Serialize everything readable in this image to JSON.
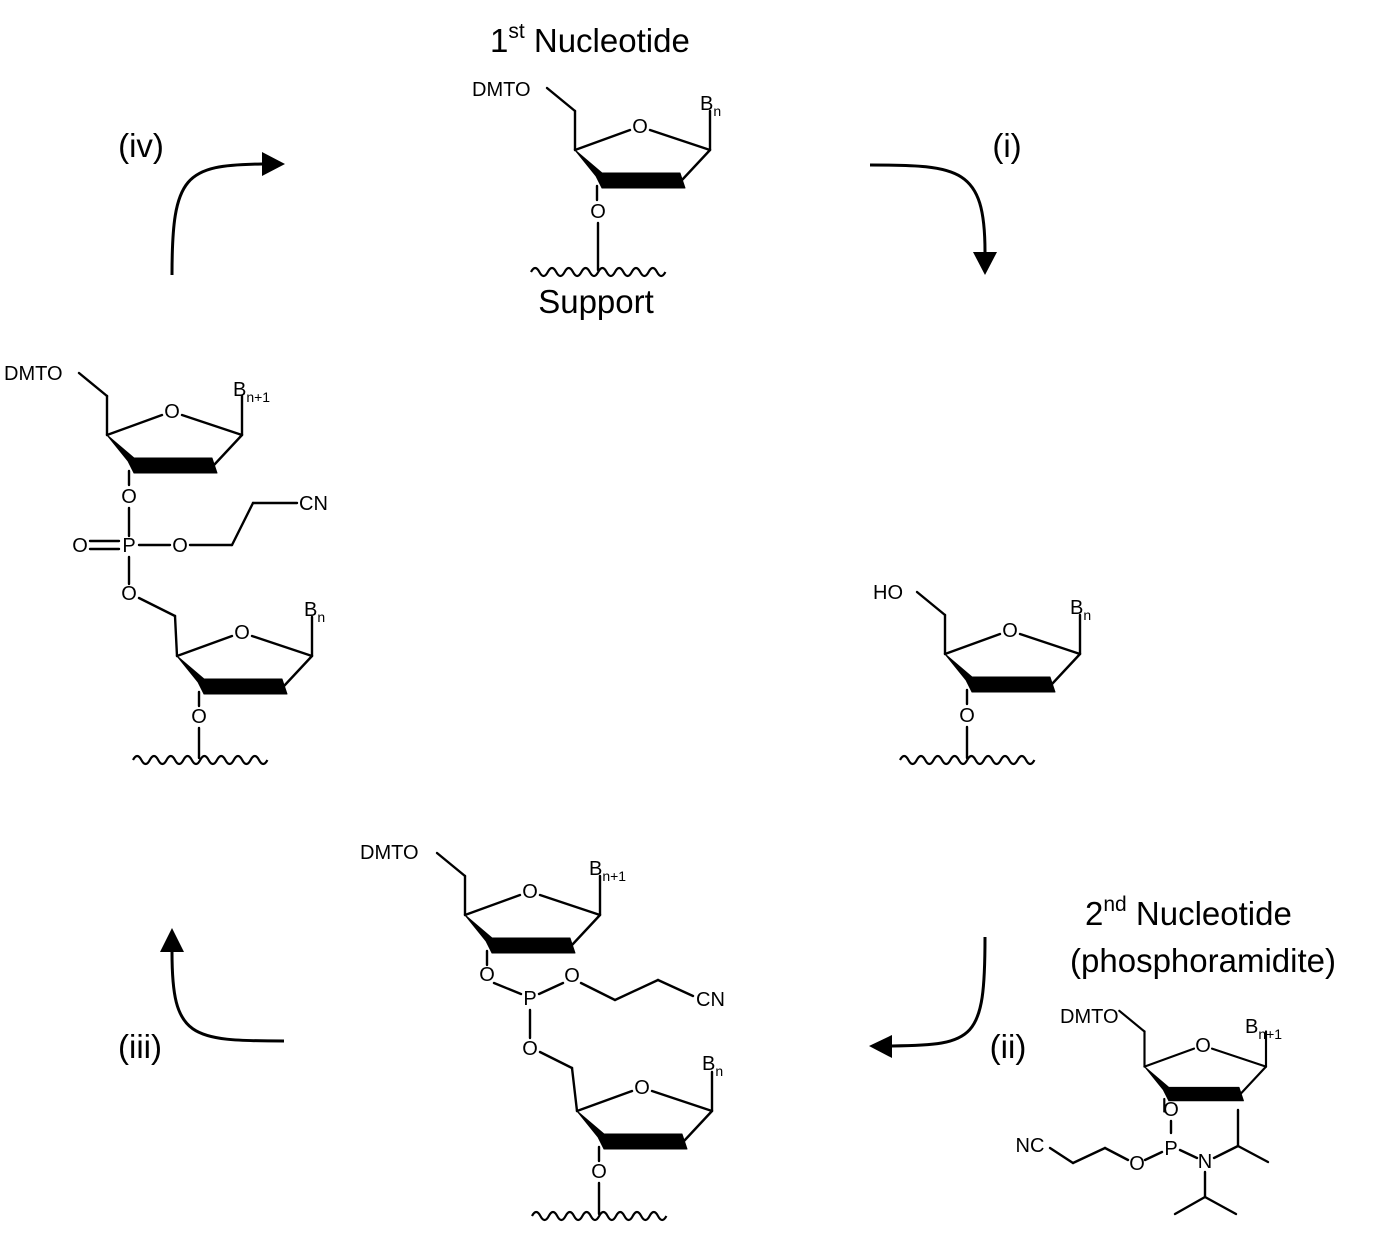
{
  "title_first": {
    "num": "1",
    "sup": "st",
    "rest": " Nucleotide"
  },
  "title_second": {
    "num": "2",
    "sup": "nd",
    "rest": " Nucleotide"
  },
  "title_second_line2": "(phosphoramidite)",
  "support_label": "Support",
  "steps": {
    "i": "(i)",
    "ii": "(ii)",
    "iii": "(iii)",
    "iv": "(iv)"
  },
  "atoms": {
    "dmto": "DMTO",
    "ho": "HO",
    "o": "O",
    "p": "P",
    "n": "N",
    "cn": "CN",
    "nc": "NC",
    "base": "B",
    "sub_n": "n",
    "sub_n1": "n+1"
  }
}
